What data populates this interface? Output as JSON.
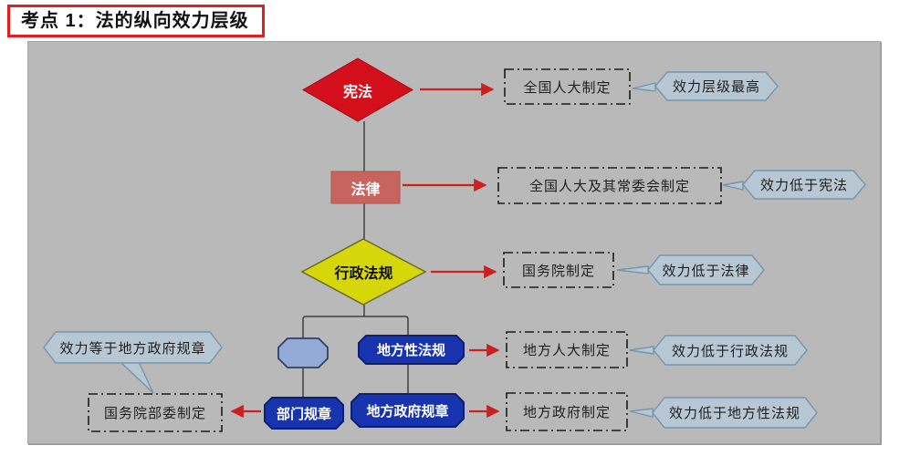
{
  "title": "考点 1：法的纵向效力层级",
  "nodes": {
    "constitution": "宪法",
    "law": "法律",
    "admin_regulation": "行政法规",
    "local_regulation": "地方性法规",
    "department_rule": "部门规章",
    "local_gov_rule": "地方政府规章"
  },
  "makers": {
    "constitution": "全国人大制定",
    "law": "全国人大及其常委会制定",
    "admin_regulation": "国务院制定",
    "local_regulation": "地方人大制定",
    "department_rule": "国务院部委制定",
    "local_gov_rule": "地方政府制定"
  },
  "notes": {
    "constitution": "效力层级最高",
    "law": "效力低于宪法",
    "admin_regulation": "效力低于法律",
    "local_regulation": "效力低于行政法规",
    "local_gov_rule": "效力低于地方性法规",
    "department_rule": "效力等于地方政府规章"
  },
  "colors": {
    "title_border": "#e02020",
    "panel_bg": "#b9b9b9",
    "constitution_fill": "#d40f1c",
    "law_fill": "#c8645e",
    "admin_fill": "#d6d70a",
    "blue_fill": "#1733ad",
    "octagon_fill": "#93a9d6",
    "callout_fill": "#b8c7d4",
    "callout_border": "#7796ab",
    "arrow": "#cc2020"
  }
}
